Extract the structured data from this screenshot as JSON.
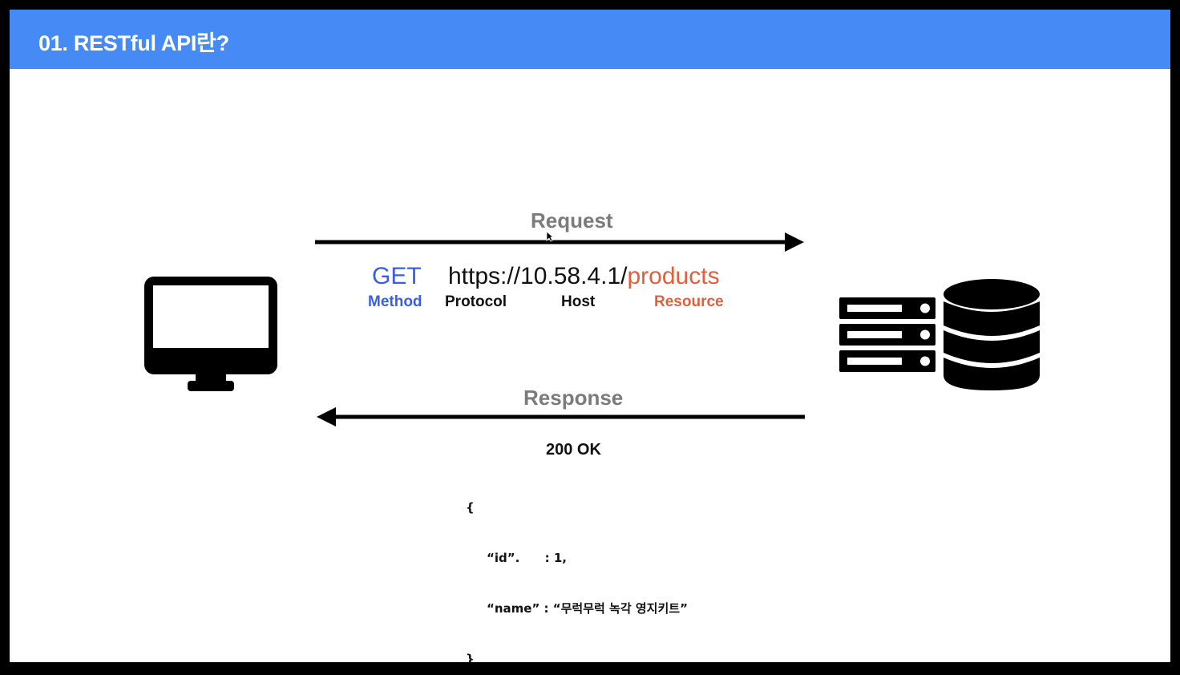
{
  "header": {
    "title": "01. RESTful API란?"
  },
  "diagram": {
    "request": {
      "label": "Request",
      "method": "GET",
      "url_prefix": "https://10.58.4.1/",
      "url_resource": "products",
      "parts": {
        "method": "Method",
        "protocol": "Protocol",
        "host": "Host",
        "resource": "Resource"
      }
    },
    "response": {
      "label": "Response",
      "status": "200 OK",
      "body_lines": [
        "{",
        "“id”.      : 1,",
        "“name” : “무럭무럭 녹각 영지키트”",
        "}"
      ]
    },
    "icons": {
      "client": "desktop-monitor-icon",
      "server": "server-database-icon"
    },
    "colors": {
      "header": "#468BF5",
      "method": "#3a5fe0",
      "resource": "#e0603e",
      "label": "#7b7b7b"
    }
  }
}
